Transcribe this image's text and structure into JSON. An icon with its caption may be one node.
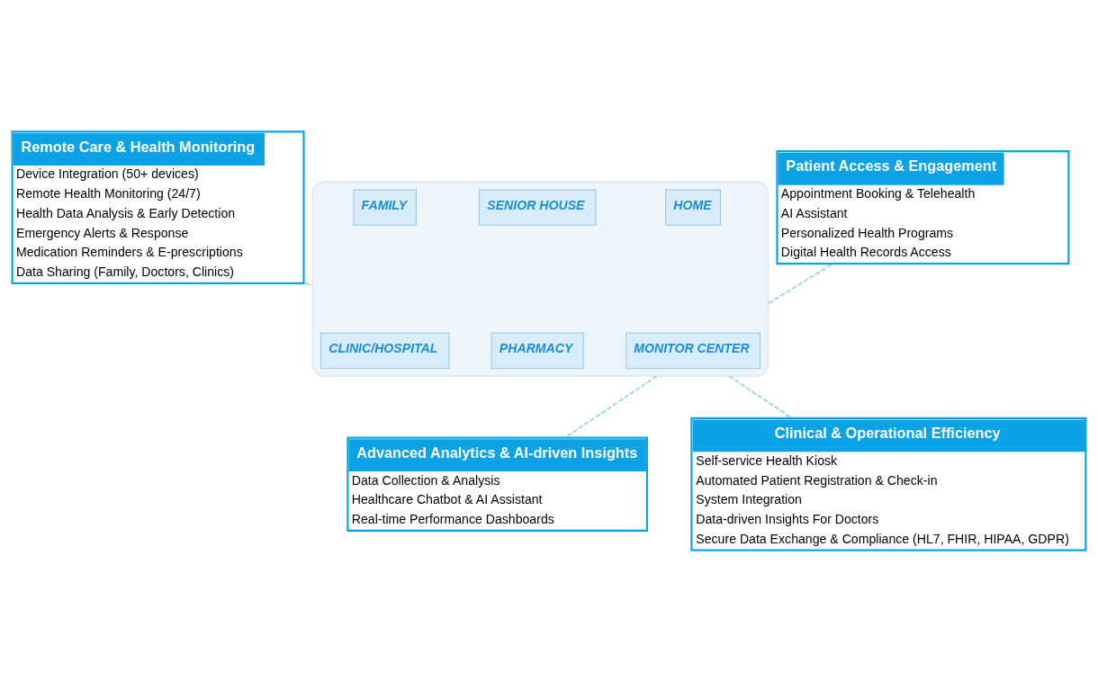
{
  "diagram": {
    "nodes": [
      {
        "text": [
          "Remote Care & Health Monitoring",
          "Device Integration (50+ devices)",
          "Remote Health Monitoring (24/7)",
          "Health Data Analysis & Early Detection",
          "Emergency Alerts & Response",
          "Medication Reminders & E-prescriptions",
          "Data Sharing (Family, Doctors, Clinics)"
        ]
      },
      {
        "text": [
          "Patient Access & Engagement",
          "Appointment Booking & Telehealth",
          "AI Assistant",
          "Personalized Health Programs",
          "Digital Health Records Access"
        ]
      },
      {
        "text": [],
        "shape": "picture"
      },
      {
        "text": [
          "HOME"
        ],
        "in": 2
      },
      {
        "text": [
          "SENIOR HOUSE"
        ],
        "in": 2
      },
      {
        "text": [
          "FAMILY"
        ],
        "in": 2
      },
      {
        "text": [
          "MONITOR CENTER"
        ],
        "in": 2
      },
      {
        "text": [
          "PHARMACY"
        ],
        "in": 2
      },
      {
        "text": [
          "CLINIC/HOSPITAL"
        ],
        "in": 2
      },
      {
        "text": [
          "Advanced Analytics & AI-driven Insights",
          "Data Collection & Analysis",
          "Healthcare Chatbot & AI Assistant",
          "Real-time Performance Dashboards"
        ]
      },
      {
        "text": [
          "Clinical & Operational Efficiency",
          "Self-service Health Kiosk",
          "Automated Patient Registration & Check-in",
          "System Integration",
          "Data-driven Insights For Doctors",
          "Secure Data Exchange & Compliance (HL7, FHIR, HIPAA, GDPR)"
        ]
      }
    ],
    "edges": [
      {
        "from": 0,
        "to": 2,
        "arrow": "none",
        "style": "dashed"
      },
      {
        "from": 1,
        "to": 2,
        "arrow": "none",
        "style": "dashed"
      },
      {
        "from": 2,
        "to": 9,
        "arrow": "none",
        "style": "dashed"
      },
      {
        "from": 2,
        "to": 10,
        "arrow": "none",
        "style": "dashed"
      }
    ]
  }
}
